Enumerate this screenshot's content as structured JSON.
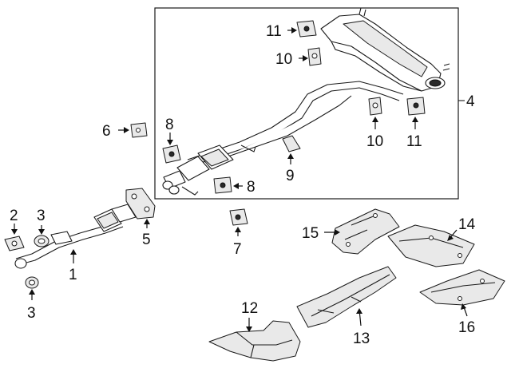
{
  "diagram": {
    "callouts": [
      {
        "id": "c11a",
        "label": "11"
      },
      {
        "id": "c10a",
        "label": "10"
      },
      {
        "id": "c4",
        "label": "4"
      },
      {
        "id": "c6",
        "label": "6"
      },
      {
        "id": "c8a",
        "label": "8"
      },
      {
        "id": "c10b",
        "label": "10"
      },
      {
        "id": "c11b",
        "label": "11"
      },
      {
        "id": "c9",
        "label": "9"
      },
      {
        "id": "c8b",
        "label": "8"
      },
      {
        "id": "c2",
        "label": "2"
      },
      {
        "id": "c3a",
        "label": "3"
      },
      {
        "id": "c5",
        "label": "5"
      },
      {
        "id": "c7",
        "label": "7"
      },
      {
        "id": "c1",
        "label": "1"
      },
      {
        "id": "c3b",
        "label": "3"
      },
      {
        "id": "c15",
        "label": "15"
      },
      {
        "id": "c14",
        "label": "14"
      },
      {
        "id": "c12",
        "label": "12"
      },
      {
        "id": "c13",
        "label": "13"
      },
      {
        "id": "c16",
        "label": "16"
      }
    ]
  }
}
